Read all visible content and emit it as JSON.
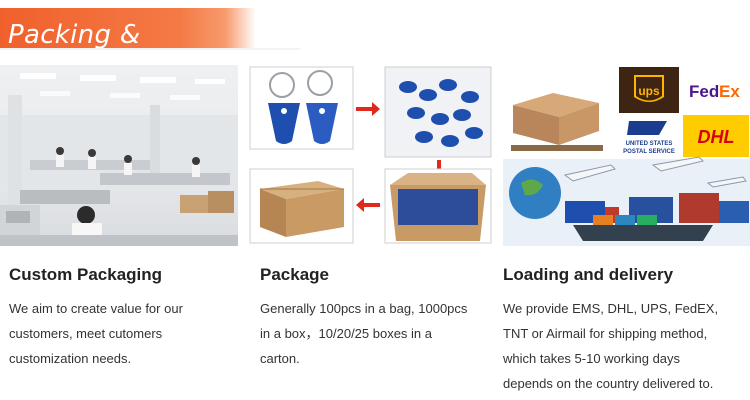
{
  "header": {
    "title": "Packing & Delivery"
  },
  "columns": [
    {
      "title": "Custom Packaging",
      "lines": [
        "We aim to create value for our",
        "customers, meet cutomers",
        "customization needs."
      ]
    },
    {
      "title": "Package",
      "lines": [
        "Generally 100pcs in a bag, 1000pcs",
        "in a box，10/20/25 boxes in a",
        "carton."
      ]
    },
    {
      "title": "Loading and delivery",
      "lines": [
        "We provide EMS, DHL, UPS, FedEX,",
        "TNT or Airmail for shipping method,",
        "which takes 5-10 working days",
        "depends on the country delivered to."
      ]
    }
  ],
  "logos": {
    "ups": "ups",
    "fedex_fed": "Fed",
    "fedex_ex": "Ex",
    "usps_line1": "UNITED STATES",
    "usps_line2": "POSTAL SERVICE",
    "dhl": "DHL"
  },
  "colors": {
    "banner": "#f0602c",
    "arrow": "#e0291c",
    "keyfob": "#1f4fae",
    "fedex_purple": "#4d148c",
    "fedex_orange": "#ff6600",
    "dhl_yellow": "#ffcc00",
    "dhl_red": "#d40511",
    "ups_brown": "#3d2413",
    "ups_gold": "#ffb500"
  }
}
